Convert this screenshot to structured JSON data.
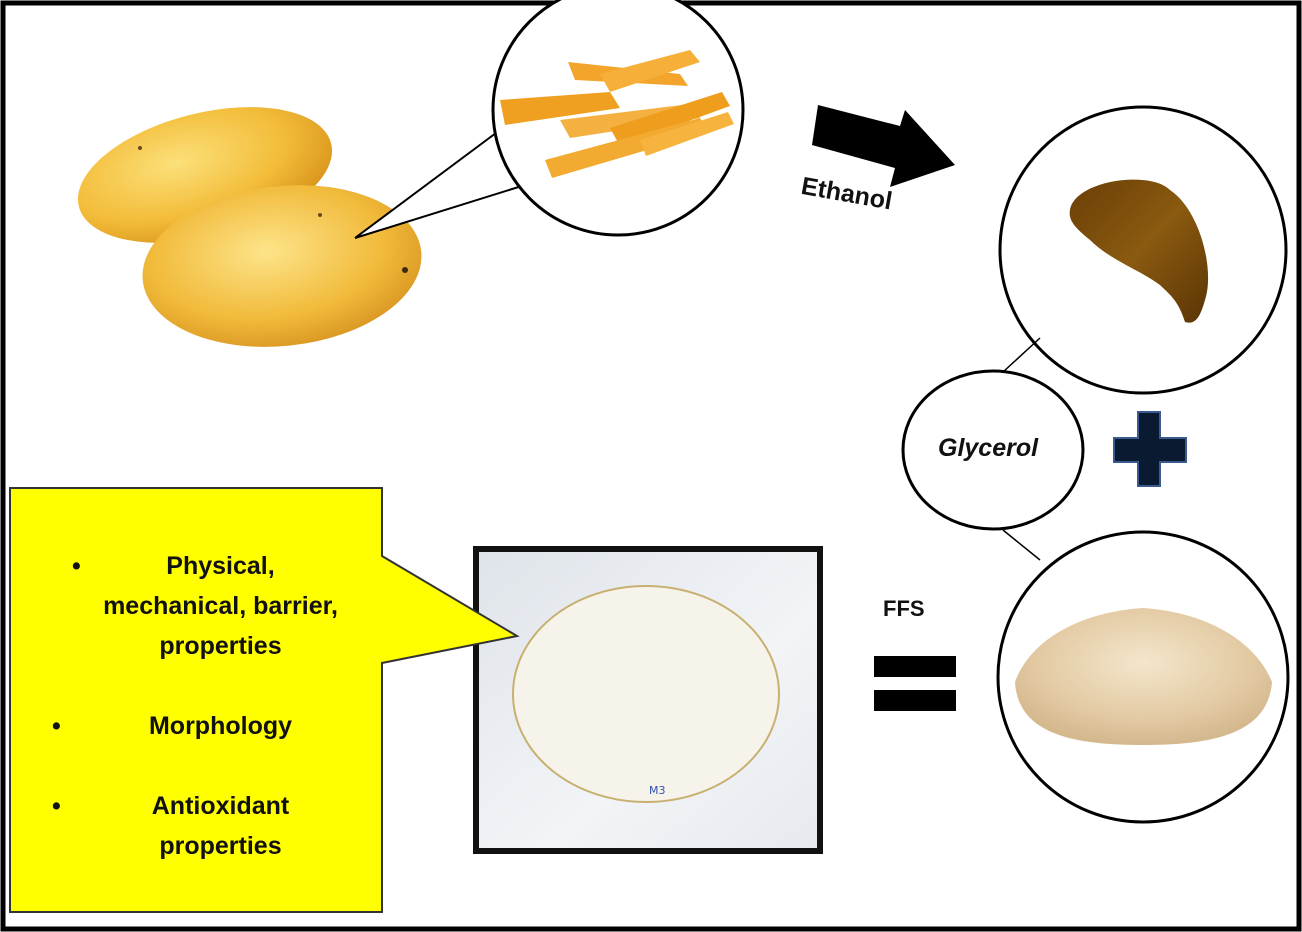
{
  "labels": {
    "ethanol": "Ethanol",
    "glycerol": "Glycerol",
    "ffs": "FFS",
    "film_tag": "M3"
  },
  "properties": [
    "Physical, mechanical, barrier, properties",
    "Morphology",
    "Antioxidant properties"
  ],
  "property_lines": {
    "item1_line1": "Physical,",
    "item1_line2": "mechanical, barrier,",
    "item1_line3": "properties",
    "item2_line1": "Morphology",
    "item3_line1": "Antioxidant",
    "item3_line2": "properties"
  },
  "bullet": "•",
  "colors": {
    "border": "#000000",
    "callout_fill": "#ffff00",
    "plus_fill": "#0a1a30",
    "plus_stroke": "#3a5a90",
    "mango_yellow": "#f3bd3a",
    "peel_orange": "#f0a020",
    "extract_brown": "#7a4a08",
    "powder_beige": "#e2c9a2",
    "film_bg": "#eceff3"
  },
  "icons": [
    "mango-fruit-image",
    "mango-peel-image",
    "arrow-right-icon",
    "extract-image",
    "plus-icon",
    "equals-icon",
    "powder-image",
    "film-image"
  ]
}
